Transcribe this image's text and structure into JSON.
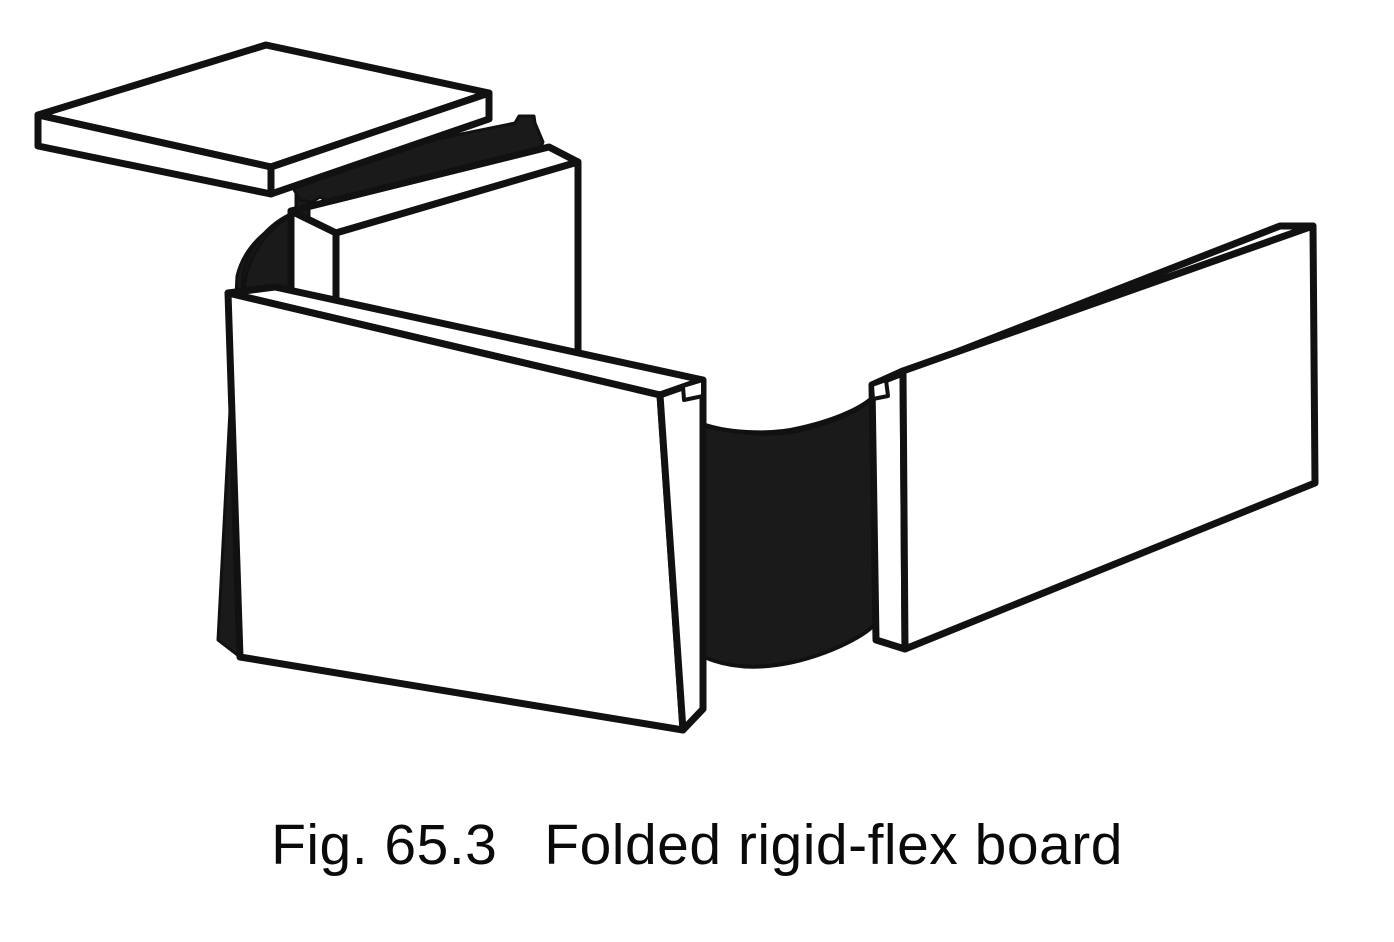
{
  "figure": {
    "number_label": "Fig. 65.3",
    "title": "Folded rigid-flex board",
    "caption_full": "Fig. 65.3   Folded rigid-flex board",
    "background_color": "#ffffff",
    "line_color": "#111111",
    "flex_color": "#1a1a1a",
    "rigid_fill_color": "#ffffff"
  },
  "parts": {
    "top_rigid_board": {
      "name": "top-rigid-board",
      "description": "Upper-left horizontal rigid board shown in isometric, white with outlined thickness"
    },
    "upper_middle_rigid_board": {
      "name": "upper-middle-rigid-board",
      "description": "Second rigid board standing vertically behind, its top face partly covered by the flex ribbon"
    },
    "front_rigid_board": {
      "name": "front-rigid-board",
      "description": "Large front-facing rigid board in the center of the figure"
    },
    "right_rigid_board": {
      "name": "right-rigid-board",
      "description": "Right-hand rigid board angled up and to the right"
    },
    "upper_flex_ribbon": {
      "name": "upper-flex-ribbon",
      "description": "Black flexible circuit band running from under the top board onto the upper-middle board"
    },
    "left_flex_fold": {
      "name": "left-flex-fold",
      "description": "Black flexible circuit folding down the left side of the front board"
    },
    "center_flex_fold": {
      "name": "center-flex-fold",
      "description": "Black curved flexible circuit joining the front board to the right board"
    }
  }
}
